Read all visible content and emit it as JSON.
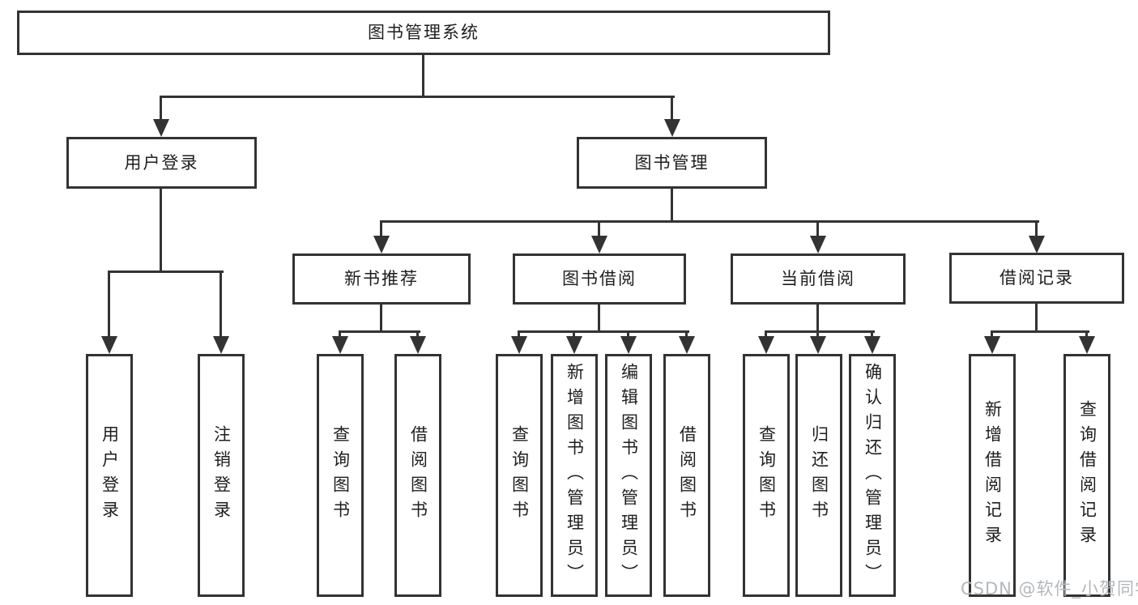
{
  "diagram": {
    "root": "图书管理系统",
    "user_login": {
      "label": "用户登录",
      "children": [
        "用户登录",
        "注销登录"
      ]
    },
    "book_mgmt": {
      "label": "图书管理",
      "sections": [
        {
          "label": "新书推荐",
          "children": [
            "查询图书",
            "借阅图书"
          ]
        },
        {
          "label": "图书借阅",
          "children": [
            "查询图书",
            "新增图书（管理员）",
            "编辑图书（管理员）",
            "借阅图书"
          ]
        },
        {
          "label": "当前借阅",
          "children": [
            "查询图书",
            "归还图书",
            "确认归还（管理员）"
          ]
        },
        {
          "label": "借阅记录",
          "children": [
            "新增借阅记录",
            "查询借阅记录"
          ]
        }
      ]
    }
  },
  "watermark": "CSDN @软件_小贺同学",
  "colors": {
    "line": "#333333",
    "text": "#1e1e1e",
    "background": "#ffffff",
    "watermark": "#b4b8bc"
  }
}
